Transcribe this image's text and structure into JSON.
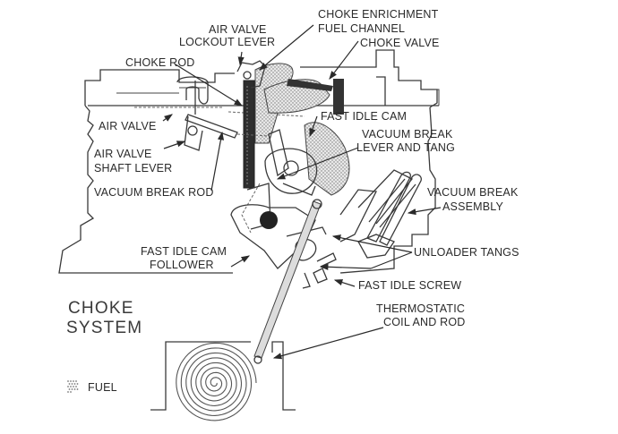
{
  "diagram": {
    "title_line1": "CHOKE",
    "title_line2": "SYSTEM",
    "legend": {
      "fuel_label": "FUEL",
      "fuel_icon": "stipple-dot-pattern"
    },
    "labels": {
      "choke_enrichment_1": "CHOKE ENRICHMENT",
      "choke_enrichment_2": "FUEL CHANNEL",
      "air_valve_lockout_1": "AIR VALVE",
      "air_valve_lockout_2": "LOCKOUT LEVER",
      "choke_valve": "CHOKE VALVE",
      "choke_rod": "CHOKE ROD",
      "air_valve": "AIR VALVE",
      "air_valve_shaft_1": "AIR VALVE",
      "air_valve_shaft_2": "SHAFT LEVER",
      "vacuum_break_rod": "VACUUM BREAK ROD",
      "fast_idle_cam": "FAST IDLE CAM",
      "vb_lever_1": "VACUUM BREAK",
      "vb_lever_2": "LEVER AND TANG",
      "vb_assembly_1": "VACUUM BREAK",
      "vb_assembly_2": "ASSEMBLY",
      "unloader_tangs": "UNLOADER TANGS",
      "fast_idle_follower_1": "FAST IDLE CAM",
      "fast_idle_follower_2": "FOLLOWER",
      "fast_idle_screw": "FAST IDLE SCREW",
      "thermostatic_1": "THERMOSTATIC",
      "thermostatic_2": "COIL AND ROD"
    }
  }
}
